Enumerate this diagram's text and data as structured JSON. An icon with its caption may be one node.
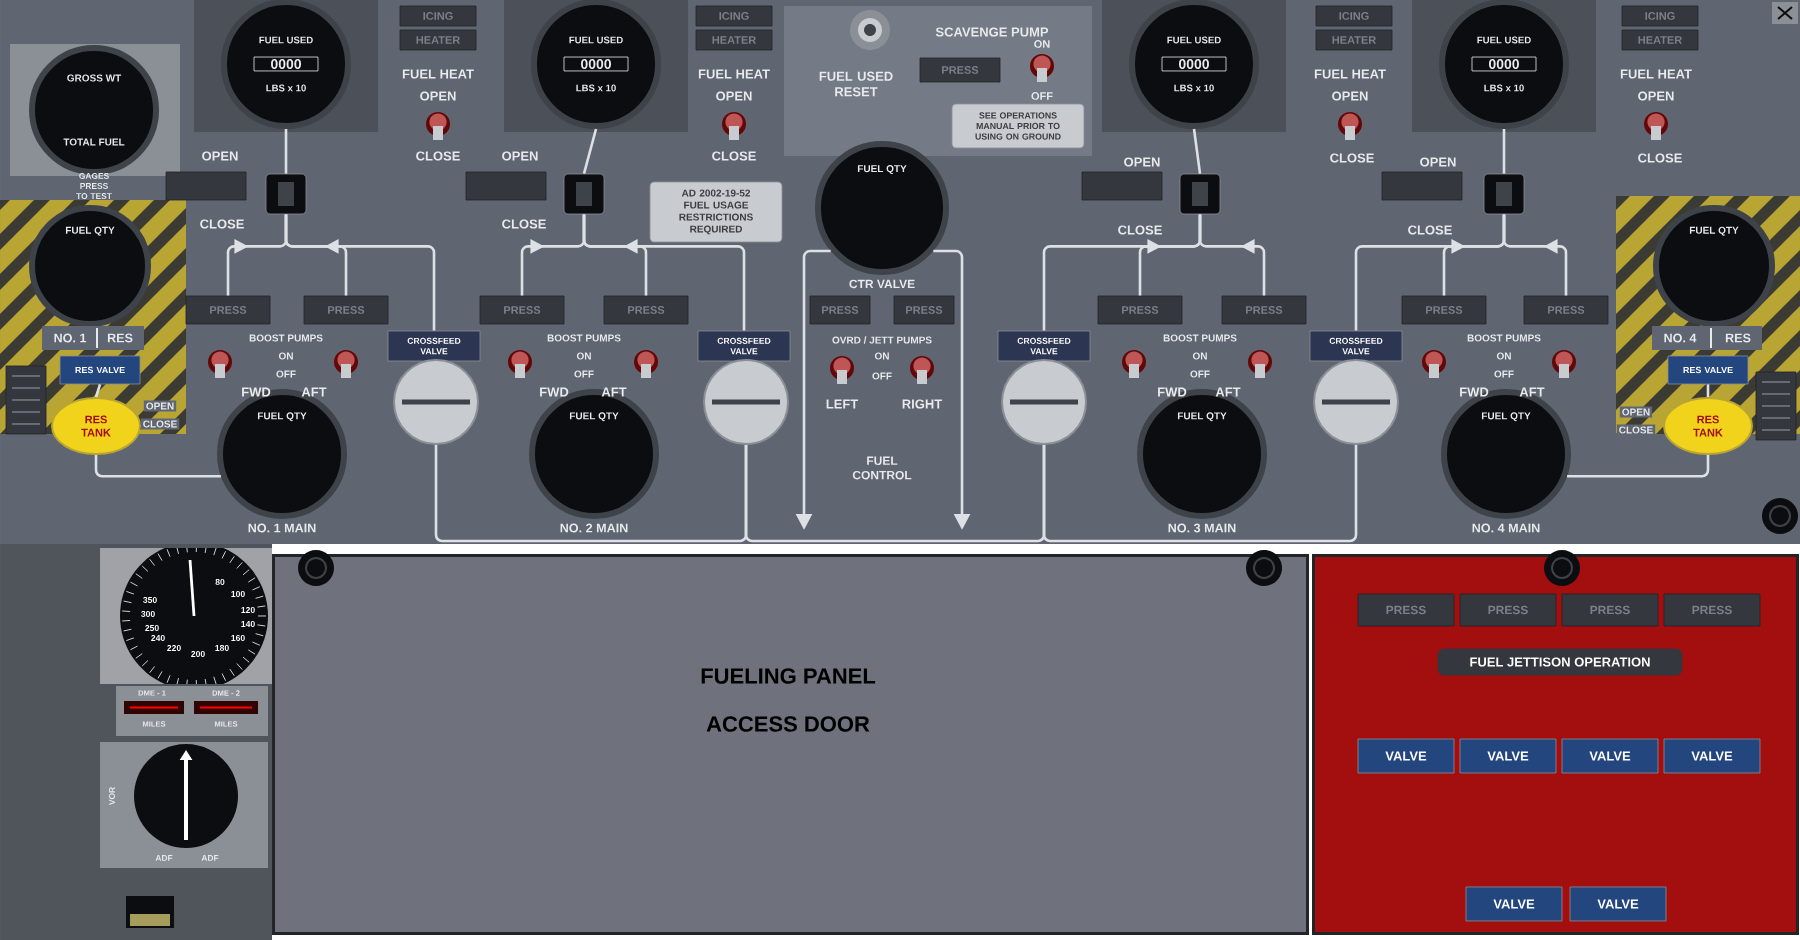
{
  "diagram": {
    "nodes": [
      {
        "text": [
          "GROSS WT",
          "TOTAL FUEL"
        ]
      },
      {
        "text": [
          "FUEL USED",
          "0000",
          "LBS x 10"
        ]
      },
      {
        "text": [
          "ICING"
        ]
      },
      {
        "text": [
          "HEATER"
        ]
      },
      {
        "text": [
          "FUEL USED",
          "0000",
          "LBS x 10"
        ]
      },
      {
        "text": [
          "ICING"
        ]
      },
      {
        "text": [
          "HEATER"
        ]
      },
      {
        "text": [
          "PRESS"
        ]
      },
      {
        "text": [
          "SEE OPERATIONS MANUAL PRIOR TO USING ON GROUND"
        ]
      },
      {
        "text": [
          "FUEL USED",
          "0000",
          "LBS x 10"
        ]
      },
      {
        "text": [
          "ICING"
        ]
      },
      {
        "text": [
          "HEATER"
        ]
      },
      {
        "text": [
          "FUEL USED",
          "0000",
          "LBS x 10"
        ]
      },
      {
        "text": [
          "ICING"
        ]
      },
      {
        "text": [
          "HEATER"
        ]
      },
      {
        "text": [],
        "shape": "box"
      },
      {
        "text": [],
        "shape": "box"
      },
      {
        "text": [
          "AD 2002-19-52 FUEL USAGE RESTRICTIONS REQUIRED"
        ]
      },
      {
        "text": [],
        "shape": "box"
      },
      {
        "text": [],
        "shape": "box"
      },
      {
        "text": [
          "FUEL QTY"
        ]
      },
      {
        "text": [],
        "shape": "box"
      },
      {
        "text": [],
        "shape": "box"
      },
      {
        "text": [],
        "shape": "box"
      },
      {
        "text": [],
        "shape": "box"
      },
      {
        "text": [
          "FUEL QTY"
        ],
        "beside": [
          "NO. 1",
          "RES"
        ]
      },
      {
        "text": [
          "FUEL QTY"
        ],
        "beside": [
          "NO. 4",
          "RES"
        ]
      },
      {
        "text": [
          "PRESS"
        ]
      },
      {
        "text": [
          "PRESS"
        ]
      },
      {
        "text": [
          "PRESS"
        ]
      },
      {
        "text": [
          "PRESS"
        ]
      },
      {
        "text": [
          "PRESS"
        ]
      },
      {
        "text": [
          "PRESS"
        ]
      },
      {
        "text": [
          "PRESS"
        ]
      },
      {
        "text": [
          "PRESS"
        ]
      },
      {
        "text": [
          "PRESS"
        ]
      },
      {
        "text": [
          "PRESS"
        ]
      },
      {
        "text": [
          "CROSSFEED VALVE"
        ]
      },
      {
        "text": [
          "CROSSFEED VALVE"
        ]
      },
      {
        "text": [
          "CROSSFEED VALVE"
        ]
      },
      {
        "text": [
          "CROSSFEED VALVE"
        ]
      },
      {
        "text": [
          "RES VALVE"
        ]
      },
      {
        "text": [
          "RES VALVE"
        ]
      },
      {
        "text": [],
        "shape": "circle"
      },
      {
        "text": [],
        "shape": "circle"
      },
      {
        "text": [],
        "shape": "circle"
      },
      {
        "text": [],
        "shape": "circle"
      },
      {
        "text": [
          "RES TANK"
        ],
        "beside": [
          "OPEN",
          "CLOSE"
        ]
      },
      {
        "text": [
          "RES TANK"
        ],
        "beside": [
          "OPEN",
          "CLOSE"
        ]
      },
      {
        "text": [
          "FUEL QTY"
        ],
        "beside": [
          "NO. 1 MAIN"
        ]
      },
      {
        "text": [
          "FUEL QTY"
        ],
        "beside": [
          "NO. 2 MAIN"
        ]
      },
      {
        "text": [
          "FUEL QTY"
        ],
        "beside": [
          "NO. 3 MAIN"
        ]
      },
      {
        "text": [
          "FUEL QTY"
        ],
        "beside": [
          "NO. 4 MAIN"
        ]
      },
      {
        "text": [
          "FUELING PANEL",
          "ACCESS DOOR"
        ]
      },
      {
        "text": [],
        "shape": "box"
      },
      {
        "text": [
          "PRESS"
        ],
        "in": 54
      },
      {
        "text": [
          "PRESS"
        ],
        "in": 54
      },
      {
        "text": [
          "PRESS"
        ],
        "in": 54
      },
      {
        "text": [
          "PRESS"
        ],
        "in": 54
      },
      {
        "text": [
          "FUEL JETTISON OPERATION"
        ],
        "in": 54
      },
      {
        "text": [
          "VALVE"
        ],
        "in": 54
      },
      {
        "text": [
          "VALVE"
        ],
        "in": 54
      },
      {
        "text": [
          "VALVE"
        ],
        "in": 54
      },
      {
        "text": [
          "VALVE"
        ],
        "in": 54
      },
      {
        "text": [
          "VALVE"
        ],
        "in": 54
      },
      {
        "text": [
          "VALVE"
        ],
        "in": 54
      },
      {
        "text": [],
        "shape": "box"
      },
      {
        "text": [],
        "shape": "box"
      }
    ],
    "edges": [
      {
        "from": 1,
        "to": 15,
        "arrow": "none"
      },
      {
        "from": 4,
        "to": 18,
        "arrow": "none"
      },
      {
        "from": 9,
        "to": 21,
        "arrow": "none"
      },
      {
        "from": 12,
        "to": 23,
        "arrow": "none"
      },
      {
        "from": 15,
        "to": 37,
        "arrow": "none"
      },
      {
        "from": 18,
        "to": 38,
        "arrow": "none"
      },
      {
        "from": 21,
        "to": 39,
        "arrow": "none"
      },
      {
        "from": 23,
        "to": 40,
        "arrow": "none"
      },
      {
        "from": 27,
        "to": 15,
        "arrow": "to"
      },
      {
        "from": 28,
        "to": 15,
        "arrow": "to"
      },
      {
        "from": 29,
        "to": 18,
        "arrow": "to"
      },
      {
        "from": 30,
        "to": 18,
        "arrow": "to"
      },
      {
        "from": 33,
        "to": 21,
        "arrow": "to"
      },
      {
        "from": 34,
        "to": 21,
        "arrow": "to"
      },
      {
        "from": 35,
        "to": 23,
        "arrow": "to"
      },
      {
        "from": 36,
        "to": 23,
        "arrow": "to"
      },
      {
        "from": 47,
        "to": 49,
        "arrow": "none"
      },
      {
        "from": 48,
        "to": 52,
        "arrow": "none"
      },
      {
        "from": 41,
        "to": 47,
        "arrow": "none"
      },
      {
        "from": 42,
        "to": 48,
        "arrow": "none"
      },
      {
        "from": 43,
        "to": 44,
        "arrow": "none"
      },
      {
        "from": 44,
        "to": 45,
        "arrow": "none"
      },
      {
        "from": 45,
        "to": 46,
        "arrow": "none"
      },
      {
        "from": 20,
        "to": null,
        "arrow": "to"
      },
      {
        "from": 20,
        "to": null,
        "arrow": "to"
      }
    ],
    "labels": [
      "FUEL HEAT",
      "OPEN",
      "CLOSE",
      "FUEL HEAT",
      "OPEN",
      "CLOSE",
      "FUEL USED RESET",
      "SCAVENGE PUMP",
      "ON",
      "OFF",
      "FUEL HEAT",
      "OPEN",
      "CLOSE",
      "FUEL HEAT",
      "OPEN",
      "CLOSE",
      "GAGES PRESS TO TEST",
      "OPEN",
      "CLOSE",
      "OPEN",
      "CLOSE",
      "OPEN",
      "CLOSE",
      "OPEN",
      "CLOSE",
      "CTR VALVE",
      "BOOST PUMPS",
      "ON",
      "OFF",
      "FWD",
      "AFT",
      "BOOST PUMPS",
      "ON",
      "OFF",
      "FWD",
      "AFT",
      "OVRD / JETT PUMPS",
      "ON",
      "OFF",
      "LEFT",
      "RIGHT",
      "BOOST PUMPS",
      "ON",
      "OFF",
      "FWD",
      "AFT",
      "BOOST PUMPS",
      "ON",
      "OFF",
      "FWD",
      "AFT",
      "FUEL CONTROL",
      "80",
      "100",
      "120",
      "140",
      "160",
      "180",
      "200",
      "220",
      "240",
      "250",
      "300",
      "350",
      "DME - 1",
      "DME - 2",
      "MILES",
      "MILES",
      "VOR",
      "ADF",
      "ADF"
    ]
  }
}
